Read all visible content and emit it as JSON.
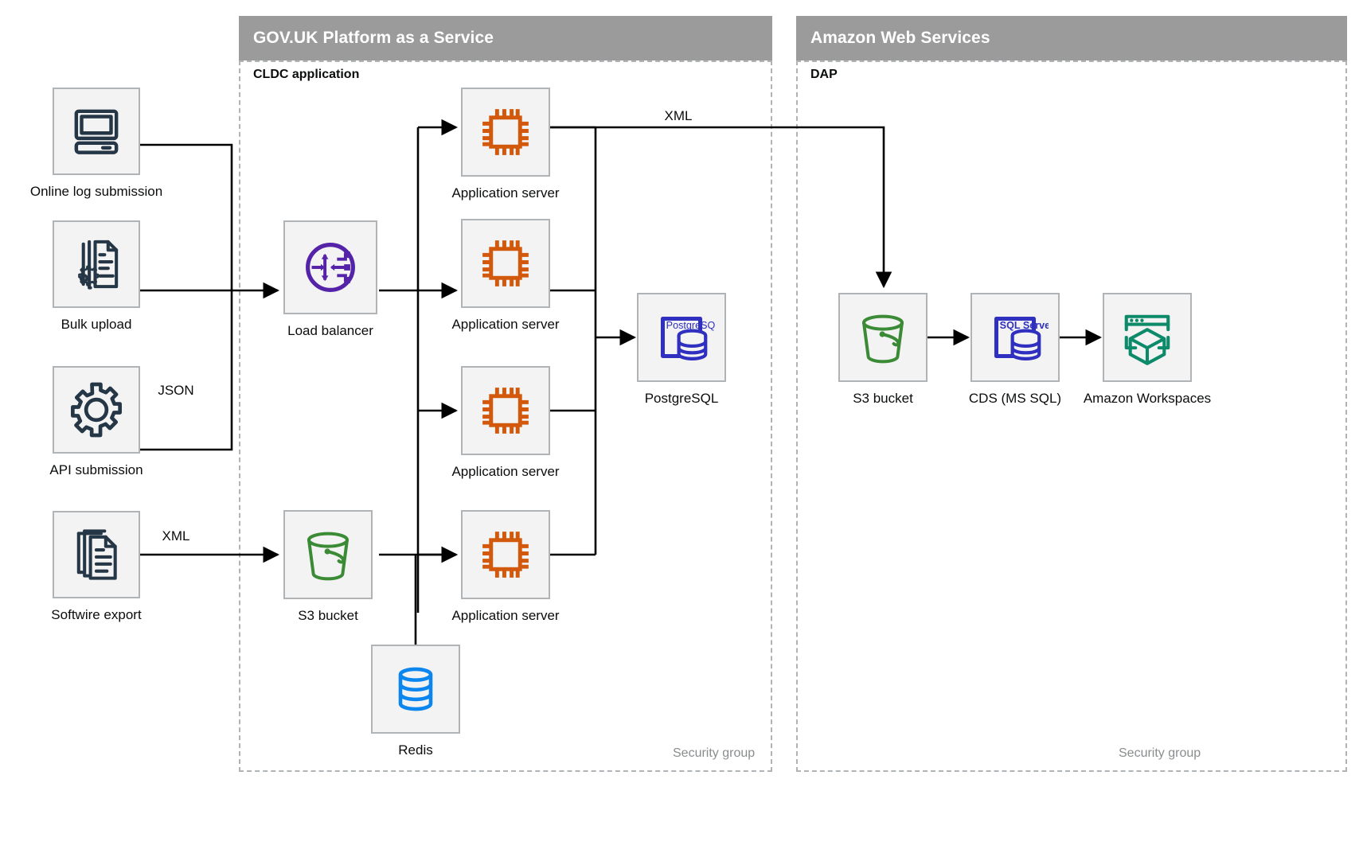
{
  "groups": [
    {
      "id": "paas",
      "title": "GOV.UK Platform as a Service",
      "subtitle": "CLDC application",
      "security_label": "Security group"
    },
    {
      "id": "aws",
      "title": "Amazon Web Services",
      "subtitle": "DAP",
      "security_label": "Security group"
    }
  ],
  "nodes": [
    {
      "id": "online-log-submission",
      "label": "Online log submission",
      "icon": "desktop-computer-icon",
      "color": "#253746"
    },
    {
      "id": "bulk-upload",
      "label": "Bulk upload",
      "icon": "document-gear-icon",
      "color": "#253746"
    },
    {
      "id": "api-submission",
      "label": "API submission",
      "icon": "gear-icon",
      "color": "#253746"
    },
    {
      "id": "softwire-export",
      "label": "Softwire export",
      "icon": "documents-stack-icon",
      "color": "#253746"
    },
    {
      "id": "load-balancer",
      "label": "Load balancer",
      "icon": "load-balancer-icon",
      "color": "#5423a8"
    },
    {
      "id": "app-server-1",
      "label": "Application server",
      "icon": "cpu-chip-icon",
      "color": "#d2590c"
    },
    {
      "id": "app-server-2",
      "label": "Application server",
      "icon": "cpu-chip-icon",
      "color": "#d2590c"
    },
    {
      "id": "app-server-3",
      "label": "Application server",
      "icon": "cpu-chip-icon",
      "color": "#d2590c"
    },
    {
      "id": "app-server-4",
      "label": "Application server",
      "icon": "cpu-chip-icon",
      "color": "#d2590c"
    },
    {
      "id": "postgresql",
      "label": "PostgreSQL",
      "icon": "postgresql-database-icon",
      "color": "#2f2fc0",
      "badge": "PostgreSQL"
    },
    {
      "id": "s3-bucket-paas",
      "label": "S3 bucket",
      "icon": "s3-bucket-icon",
      "color": "#3b8a35"
    },
    {
      "id": "redis",
      "label": "Redis",
      "icon": "redis-database-icon",
      "color": "#0b86ef"
    },
    {
      "id": "s3-bucket-aws",
      "label": "S3 bucket",
      "icon": "s3-bucket-icon",
      "color": "#3b8a35"
    },
    {
      "id": "cds-ms-sql",
      "label": "CDS (MS SQL)",
      "icon": "sql-server-database-icon",
      "color": "#2f2fc0",
      "badge": "SQL Server"
    },
    {
      "id": "amazon-workspaces",
      "label": "Amazon Workspaces",
      "icon": "amazon-workspaces-icon",
      "color": "#0d8a6a"
    }
  ],
  "edge_labels": [
    {
      "id": "json-label",
      "text": "JSON"
    },
    {
      "id": "xml-in-label",
      "text": "XML"
    },
    {
      "id": "xml-out-label",
      "text": "XML"
    }
  ],
  "colors": {
    "header_band": "#9b9b9b",
    "dashed_border": "#b1b4b6",
    "tile_fill": "#f3f3f3",
    "tile_border": "#b1b4b6",
    "edge_stroke": "#000000",
    "text": "#0b0c0c",
    "muted_text": "#8a8d8e"
  }
}
